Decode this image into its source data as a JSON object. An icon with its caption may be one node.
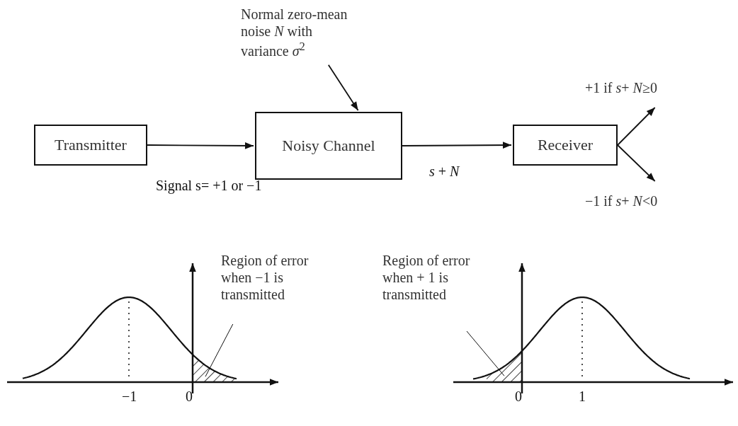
{
  "diagram": {
    "nodes": [
      {
        "text": [
          "Transmitter"
        ]
      },
      {
        "text": [
          "Noisy Channel"
        ]
      },
      {
        "text": [
          "Receiver"
        ]
      },
      {
        "text": [
          "Normal zero-mean noise *N* with variance *σ*$^{2}$"
        ]
      },
      {
        "text": [
          "+1 if *s*+ *N*≥0"
        ]
      },
      {
        "text": [
          "−1 if *s*+ *N*<0"
        ]
      },
      {
        "text": [
          "Region of error when −1 is transmitted"
        ]
      },
      {
        "text": [],
        "shape": "region"
      },
      {
        "text": [
          "Region of error when + 1 is transmitted"
        ]
      },
      {
        "text": [],
        "shape": "region"
      }
    ],
    "edges": [
      {
        "from": 0,
        "to": 1,
        "arrow": "to",
        "label": "Signal s= +1 or −1"
      },
      {
        "from": 1,
        "to": 2,
        "arrow": "to",
        "label": "*s* + *N*"
      },
      {
        "from": 3,
        "to": 1,
        "arrow": "to"
      },
      {
        "from": 2,
        "to": 4,
        "arrow": "to"
      },
      {
        "from": 2,
        "to": 5,
        "arrow": "to"
      },
      {
        "from": 6,
        "to": 7,
        "arrow": "none"
      },
      {
        "from": 8,
        "to": 9,
        "arrow": "none"
      }
    ],
    "labels": [
      "−1",
      "0",
      "0",
      "1"
    ]
  }
}
